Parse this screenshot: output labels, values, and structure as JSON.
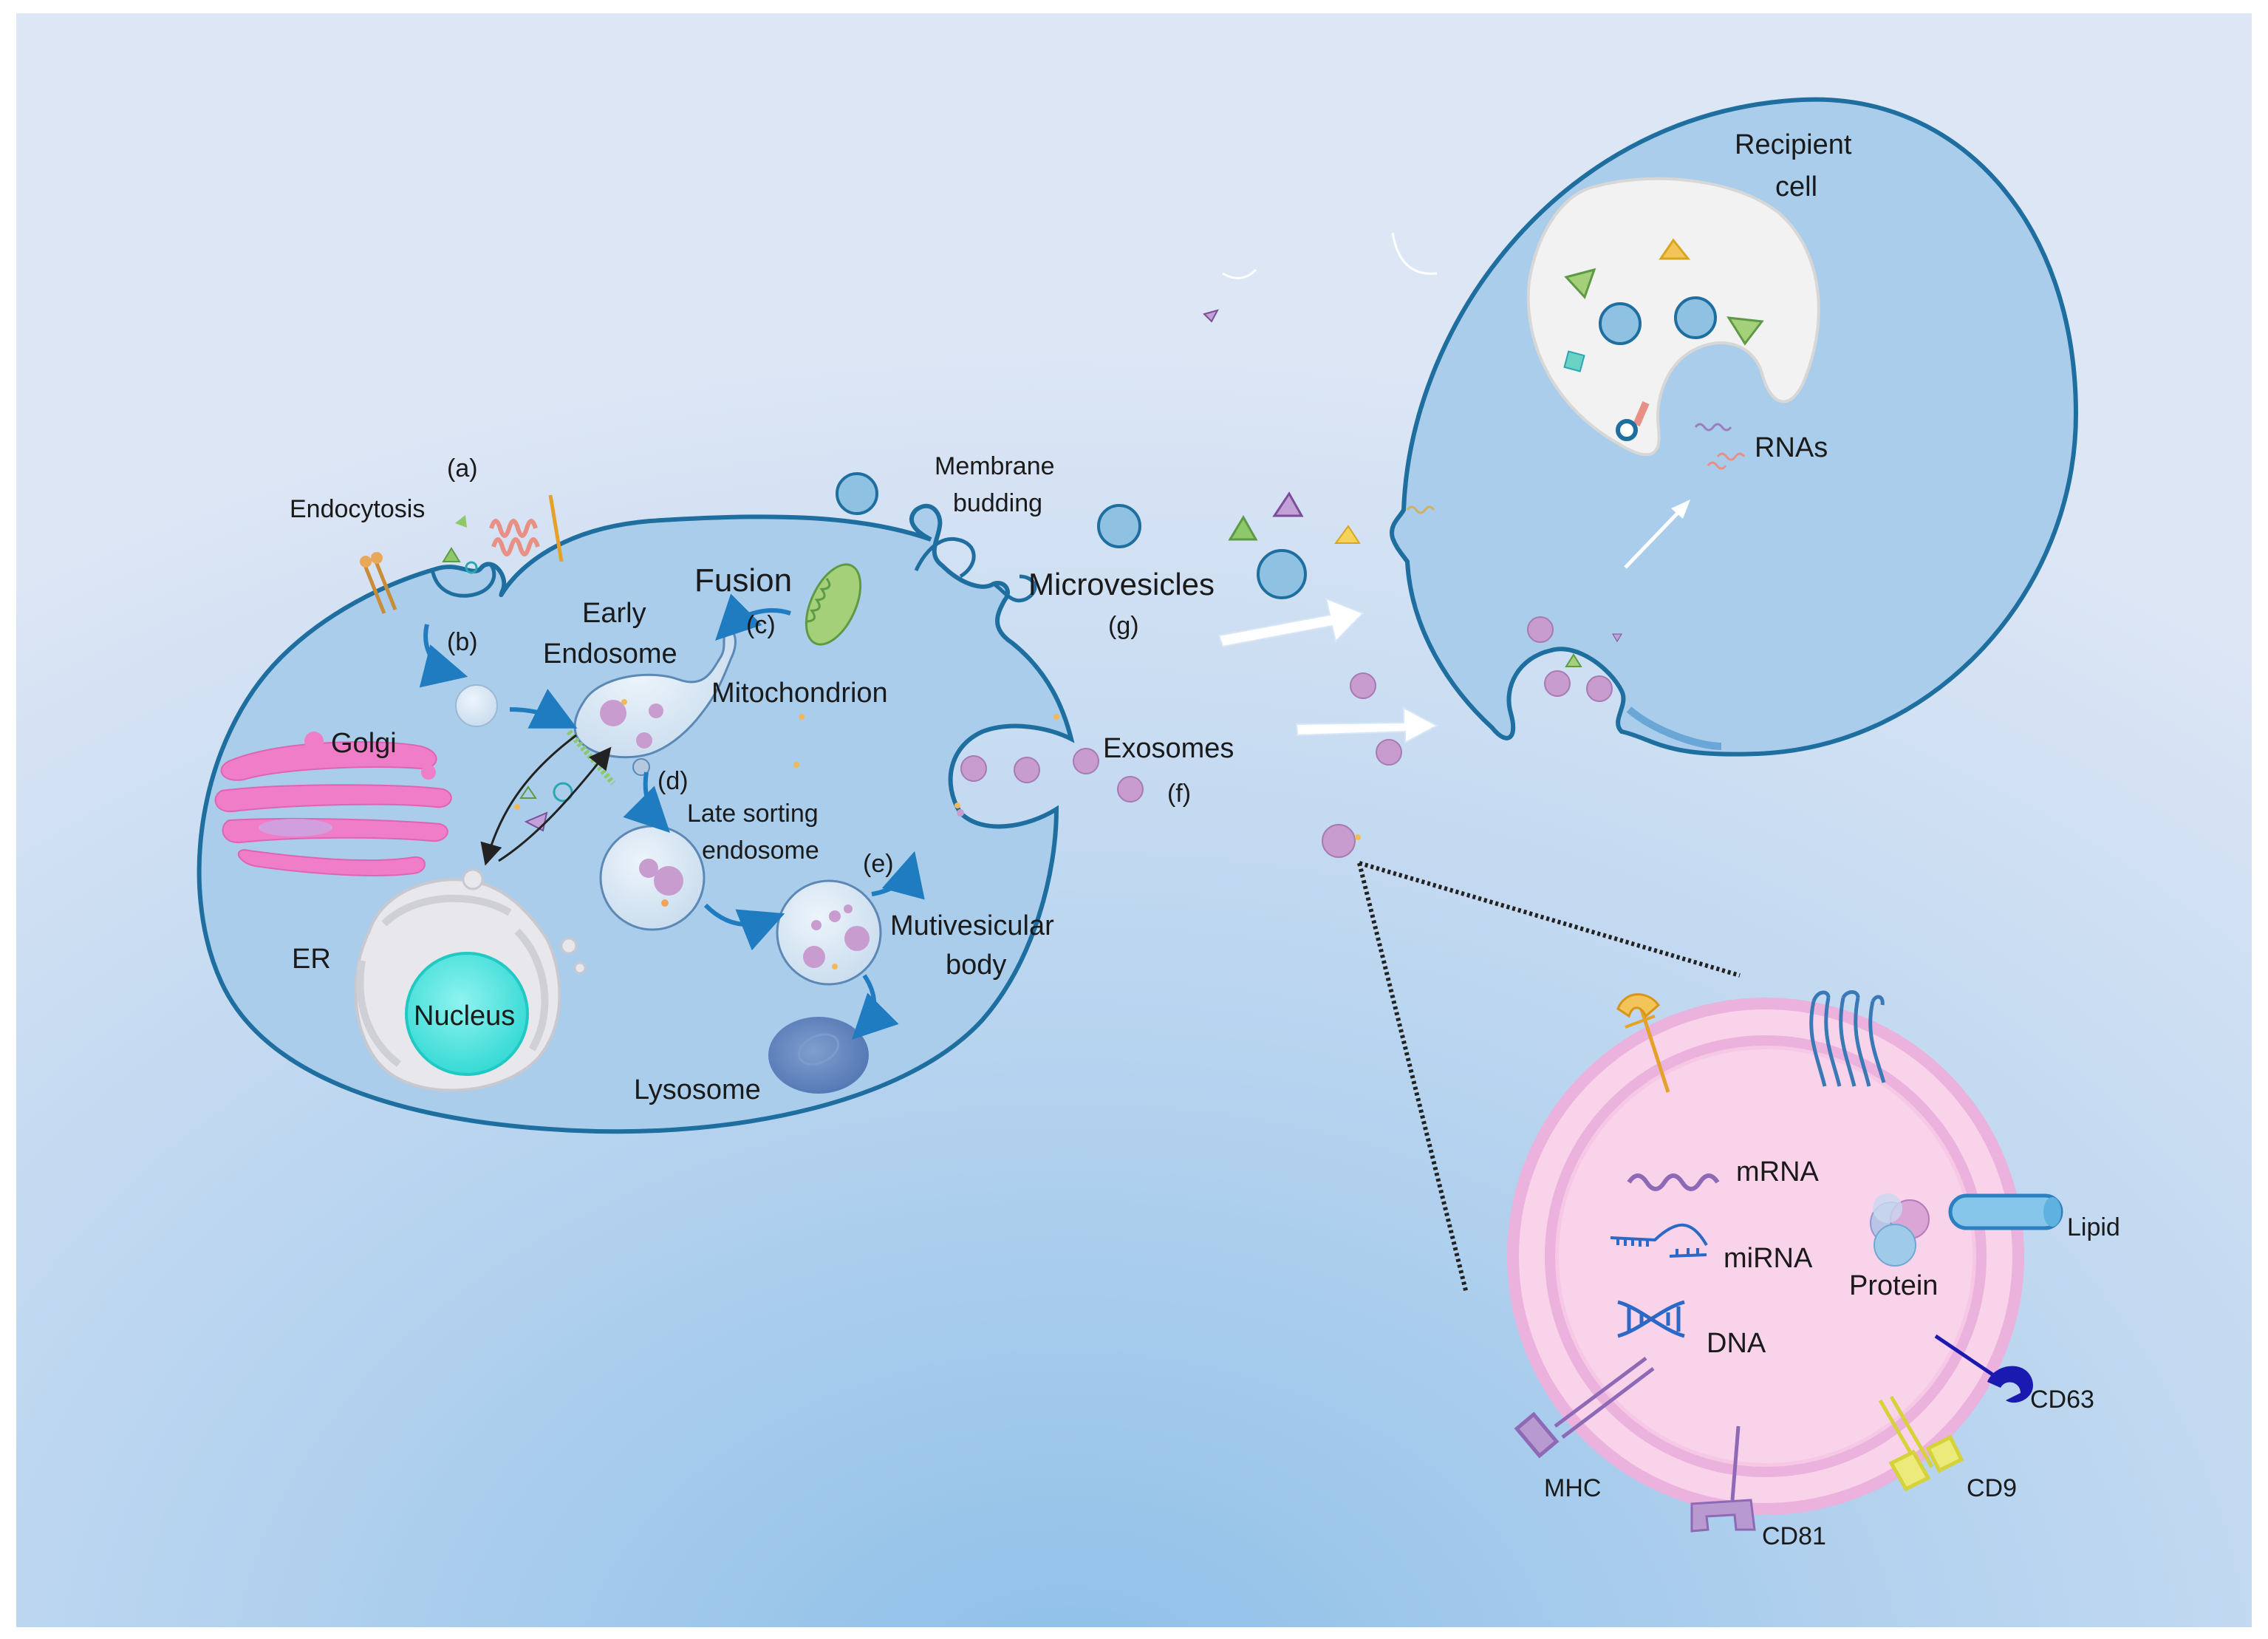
{
  "labels": {
    "a": "(a)",
    "endocytosis": "Endocytosis",
    "b": "(b)",
    "golgi": "Golgi",
    "er": "ER",
    "nucleus": "Nucleus",
    "early_endosome_1": "Early",
    "early_endosome_2": "Endosome",
    "fusion": "Fusion",
    "c": "(c)",
    "mitochondrion": "Mitochondrion",
    "d": "(d)",
    "late_sorting_1": "Late sorting",
    "late_sorting_2": "endosome",
    "e": "(e)",
    "mvb_1": "Mutivesicular",
    "mvb_2": "body",
    "lysosome": "Lysosome",
    "membrane_budding_1": "Membrane",
    "membrane_budding_2": "budding",
    "microvesicles": "Microvesicles",
    "g": "(g)",
    "exosomes": "Exosomes",
    "f": "(f)",
    "recipient_1": "Recipient",
    "recipient_2": "cell",
    "rnas": "RNAs",
    "mrna": "mRNA",
    "mirna": "miRNA",
    "dna": "DNA",
    "protein": "Protein",
    "lipid": "Lipid",
    "cd63": "CD63",
    "mhc": "MHC",
    "cd81": "CD81",
    "cd9": "CD9"
  },
  "colors": {
    "background_top": "#dde6f5",
    "background_bottom": "#9cc6ea",
    "cell_fill": "#a9cdea",
    "cell_stroke": "#1e6fa0",
    "exosome_fill": "#f9d3ea",
    "exosome_ring": "#eab2dc",
    "golgi": "#f07dc7",
    "nucleus": "#37e0dc",
    "vesicle_pink": "#c99cd0",
    "arrow_blue": "#1f7cc0"
  }
}
